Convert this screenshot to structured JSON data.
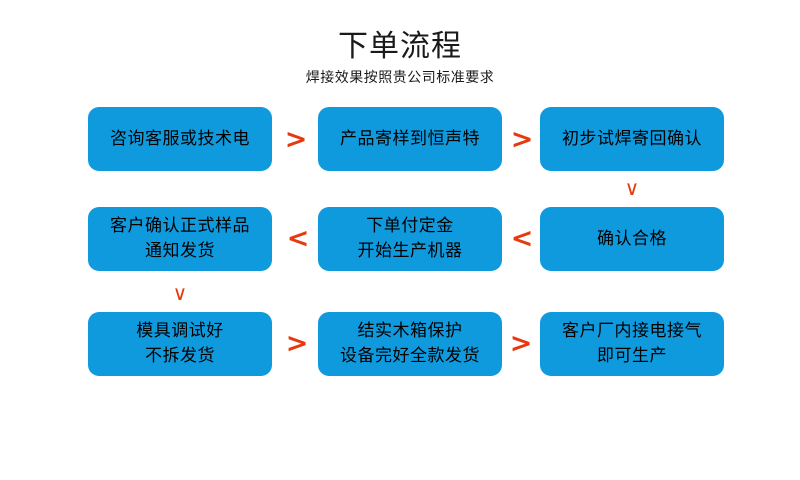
{
  "header": {
    "title": "下单流程",
    "subtitle": "焊接效果按照贵公司标准要求"
  },
  "colors": {
    "node_fill": "#109ade",
    "arrow": "#e8380d",
    "text": "#000000",
    "background": "#ffffff"
  },
  "arrows": {
    "right_glyph": ">",
    "left_glyph": "<",
    "down_glyph": "∨"
  },
  "flow": {
    "rows": [
      {
        "direction": "right",
        "nodes": [
          {
            "lines": [
              "咨询客服或技术电"
            ]
          },
          {
            "lines": [
              "产品寄样到恒声特"
            ]
          },
          {
            "lines": [
              "初步试焊寄回确认"
            ]
          }
        ]
      },
      {
        "direction": "left",
        "nodes": [
          {
            "lines": [
              "客户确认正式样品",
              "通知发货"
            ]
          },
          {
            "lines": [
              "下单付定金",
              "开始生产机器"
            ]
          },
          {
            "lines": [
              "确认合格"
            ]
          }
        ]
      },
      {
        "direction": "right",
        "nodes": [
          {
            "lines": [
              "模具调试好",
              "不拆发货"
            ]
          },
          {
            "lines": [
              "结实木箱保护",
              "设备完好全款发货"
            ]
          },
          {
            "lines": [
              "客户厂内接电接气",
              "即可生产"
            ]
          }
        ]
      }
    ],
    "connectors": [
      {
        "from_row": 1,
        "to_row": 2,
        "side": "right",
        "glyph": "∨"
      },
      {
        "from_row": 2,
        "to_row": 3,
        "side": "left",
        "glyph": "∨"
      }
    ]
  }
}
